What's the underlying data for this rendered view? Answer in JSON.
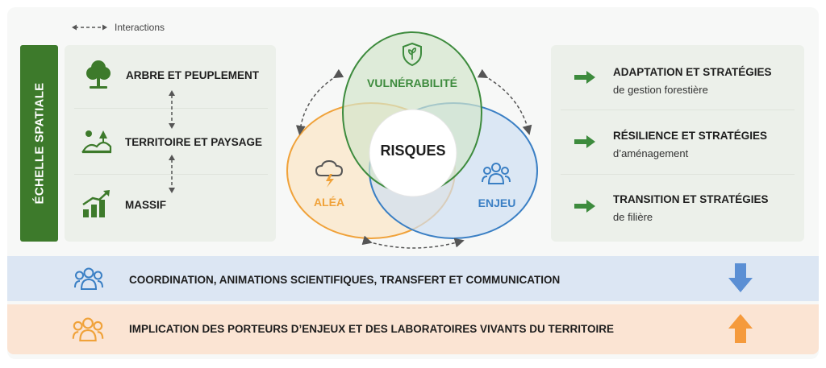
{
  "legend": {
    "label": "Interactions"
  },
  "spatial_scale": {
    "label": "ÉCHELLE SPATIALE",
    "levels": [
      {
        "label": "ARBRE ET PEUPLEMENT",
        "icon": "tree-icon"
      },
      {
        "label": "TERRITOIRE ET PAYSAGE",
        "icon": "landscape-icon"
      },
      {
        "label": "MASSIF",
        "icon": "growth-chart-icon"
      }
    ]
  },
  "risk_diagram": {
    "center": "RISQUES",
    "vulnerability": "VULNÉRABILITÉ",
    "hazard": "ALÉA",
    "stake": "ENJEU",
    "colors": {
      "vulnerability": "#3d8b3d",
      "hazard": "#f0a23a",
      "stake": "#3a7fc4"
    }
  },
  "outcomes": [
    {
      "title": "ADAPTATION ET STRATÉGIES",
      "subtitle": "de gestion forestière"
    },
    {
      "title": "RÉSILIENCE ET STRATÉGIES",
      "subtitle": "d’aménagement"
    },
    {
      "title": "TRANSITION ET STRATÉGIES",
      "subtitle": "de filière"
    }
  ],
  "bands": {
    "coordination": {
      "label": "COORDINATION, ANIMATIONS SCIENTIFIQUES, TRANSFERT ET COMMUNICATION",
      "color": "#dce6f3",
      "arrow": "down-arrow-icon"
    },
    "implication": {
      "label": "IMPLICATION DES PORTEURS D’ENJEUX ET DES LABORATOIRES VIVANTS DU TERRITOIRE",
      "color": "#fbe4d3",
      "arrow": "up-arrow-icon"
    }
  }
}
